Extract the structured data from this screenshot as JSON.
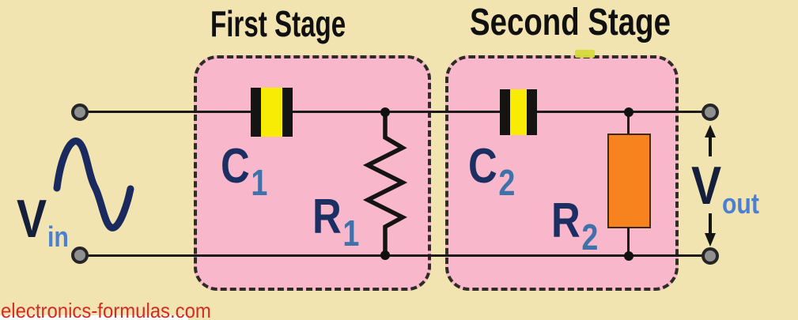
{
  "stages": [
    {
      "title": "First Stage",
      "cap": "C",
      "cap_sub": "1",
      "res": "R",
      "res_sub": "1"
    },
    {
      "title": "Second Stage",
      "cap": "C",
      "cap_sub": "2",
      "res": "R",
      "res_sub": "2"
    }
  ],
  "io": {
    "in": "V",
    "in_sub": "in",
    "out": "V",
    "out_sub": "out"
  },
  "watermark": {
    "text": "electronics-formulas.com"
  },
  "colors": {
    "background": "#F2E4B1",
    "stage_fill": "#F9B7CB",
    "stage_border": "#2E2C24",
    "capacitor_fill": "#F8EC05",
    "capacitor_plate": "#141414",
    "resistor2_fill": "#F6831D",
    "wire": "#1A1A1A",
    "label_navy": "#1C2F63",
    "subscript_blue": "#3F72A8",
    "io_subscript_blue": "#4B7FD3",
    "watermark_red": "#D32B25",
    "sine_navy": "#1B2A5E"
  }
}
